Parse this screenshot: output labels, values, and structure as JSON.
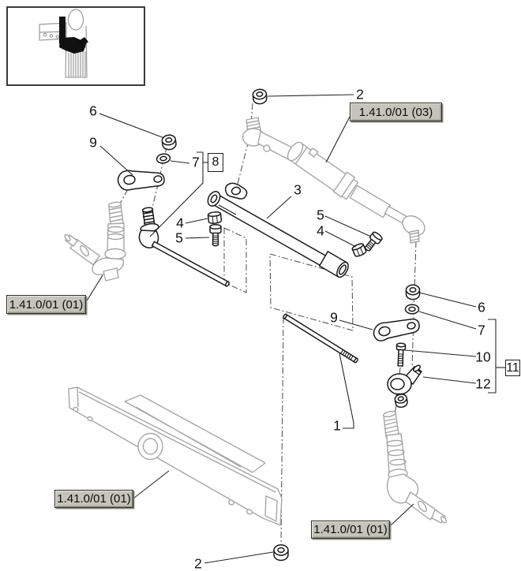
{
  "ref_labels": [
    {
      "id": "ref-03",
      "text": "1.41.0/01 (03)"
    },
    {
      "id": "ref-01-left",
      "text": "1.41.0/01 (01)"
    },
    {
      "id": "ref-01-bottom",
      "text": "1.41.0/01 (01)"
    },
    {
      "id": "ref-01-right",
      "text": "1.41.0/01 (01)"
    }
  ],
  "callouts": [
    {
      "id": "callout-2-top",
      "num": "2"
    },
    {
      "id": "callout-6-left",
      "num": "6"
    },
    {
      "id": "callout-9-left",
      "num": "9"
    },
    {
      "id": "callout-7-left",
      "num": "7"
    },
    {
      "id": "ref-8-box",
      "num": "8"
    },
    {
      "id": "callout-3",
      "num": "3"
    },
    {
      "id": "callout-4-left",
      "num": "4"
    },
    {
      "id": "callout-5-left",
      "num": "5"
    },
    {
      "id": "callout-5-right",
      "num": "5"
    },
    {
      "id": "callout-4-right",
      "num": "4"
    },
    {
      "id": "callout-9-right",
      "num": "9"
    },
    {
      "id": "callout-6-right",
      "num": "6"
    },
    {
      "id": "callout-7-right",
      "num": "7"
    },
    {
      "id": "callout-10",
      "num": "10"
    },
    {
      "id": "ref-11-box",
      "num": "11"
    },
    {
      "id": "callout-12",
      "num": "12"
    },
    {
      "id": "callout-1",
      "num": "1"
    },
    {
      "id": "callout-2-bottom",
      "num": "2"
    }
  ],
  "colors": {
    "background": "#ffffff",
    "label_background": "#c5c4ba",
    "dark_line": "#1a1a1a",
    "gray_line": "#a6a6a6"
  }
}
